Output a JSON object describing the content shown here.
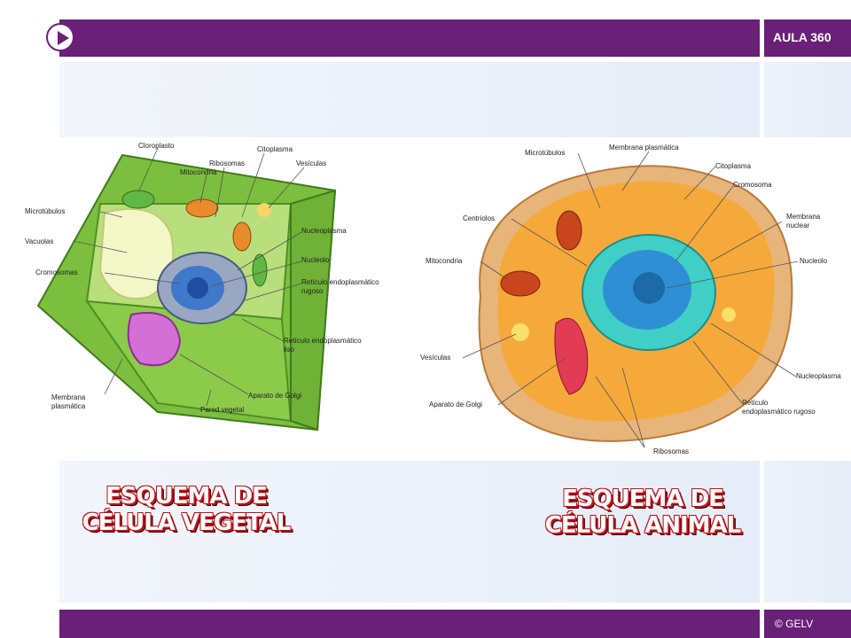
{
  "header": {
    "brand": "AULA 360"
  },
  "footer": {
    "copyright": "© GELV"
  },
  "plant_diagram": {
    "labels": {
      "cloroplasto": "Cloroplasto",
      "citoplasma": "Citoplasma",
      "ribosomas": "Ribosomas",
      "vesiculas": "Vesículas",
      "mitocondria": "Mitocondria",
      "microtubulos": "Microtúbulos",
      "vacuolas": "Vacuolas",
      "nucleoplasma": "Nucleoplasma",
      "cromosomas": "Cromosomas",
      "nucleolo": "Nucleolo",
      "rer1": "Retículo endoplasmático",
      "rer2": "rugoso",
      "rel1": "Retículo endoplasmático",
      "rel2": "liso",
      "membrana1": "Membrana",
      "membrana2": "plasmática",
      "golgi": "Aparato de Golgi",
      "pared": "Pared vegetal"
    },
    "caption_line1": "ESQUEMA DE",
    "caption_line2": "CÉLULA VEGETAL"
  },
  "animal_diagram": {
    "labels": {
      "microtubulos": "Microtúbulos",
      "membrana_plasmatica": "Membrana plasmática",
      "citoplasma": "Citoplasma",
      "cromosoma": "Cromosoma",
      "centriolos": "Centriolos",
      "membrana1": "Membrana",
      "membrana2": "nuclear",
      "mitocondria": "Mitocondria",
      "nucleolo": "Nucleolo",
      "vesiculas": "Vesículas",
      "nucleoplasma": "Nucleoplasma",
      "golgi": "Aparato de Golgi",
      "rer1": "Retículo",
      "rer2": "endoplasmático rugoso",
      "ribosomas": "Ribosomas"
    },
    "caption_line1": "ESQUEMA DE",
    "caption_line2": "CÉLULA ANIMAL"
  }
}
